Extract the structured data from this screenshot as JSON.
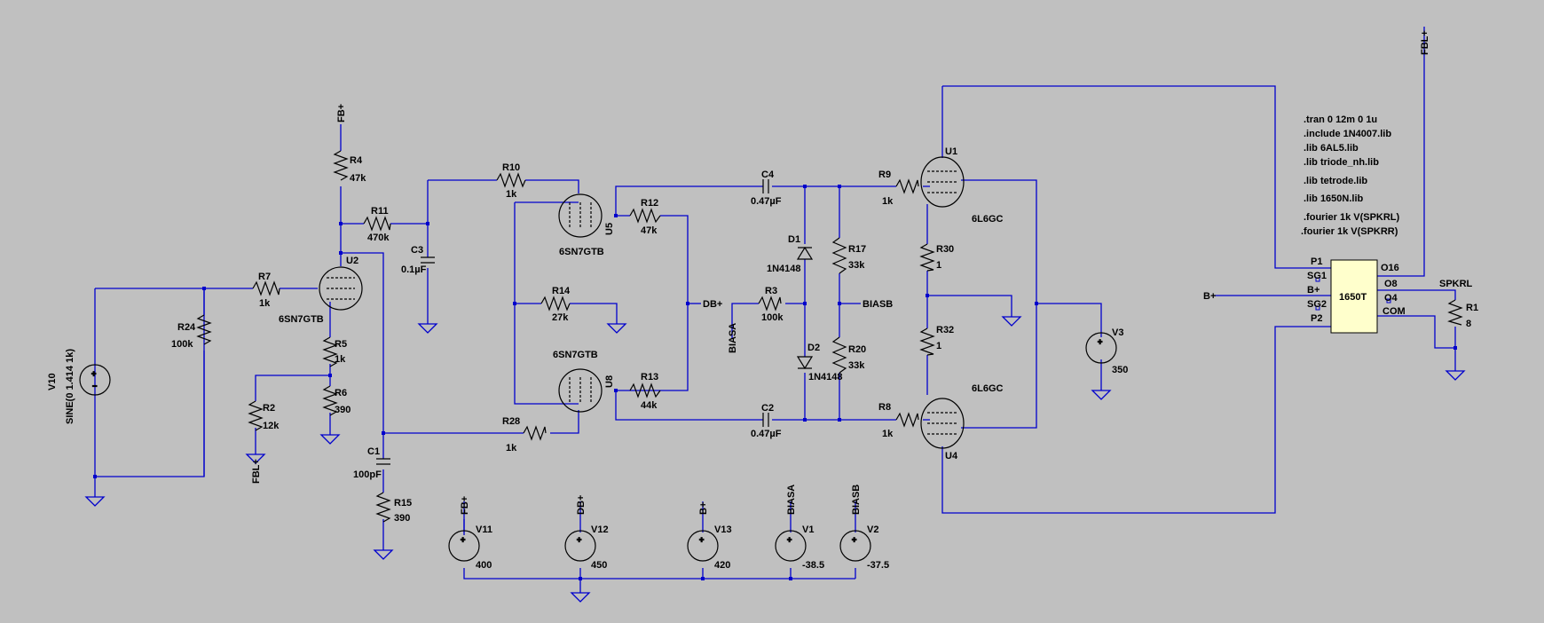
{
  "colors": {
    "background": "#c0c0c0",
    "wire": "#0000cc",
    "symbol": "#000000"
  },
  "spice_directives": [
    ".tran 0 12m 0 1u",
    ".include 1N4007.lib",
    ".lib 6AL5.lib",
    ".lib triode_nh.lib",
    ".lib tetrode.lib",
    ".lib 1650N.lib",
    ".fourier 1k V(SPKRL)",
    ".fourier 1k V(SPKRR)"
  ],
  "resistors": {
    "R4": {
      "name": "R4",
      "value": "47k"
    },
    "R11": {
      "name": "R11",
      "value": "470k"
    },
    "R7": {
      "name": "R7",
      "value": "1k"
    },
    "R24": {
      "name": "R24",
      "value": "100k"
    },
    "R5": {
      "name": "R5",
      "value": "1k"
    },
    "R6": {
      "name": "R6",
      "value": "390"
    },
    "R2": {
      "name": "R2",
      "value": "12k"
    },
    "R15": {
      "name": "R15",
      "value": "390"
    },
    "R10": {
      "name": "R10",
      "value": "1k"
    },
    "R12": {
      "name": "R12",
      "value": "47k"
    },
    "R14": {
      "name": "R14",
      "value": "27k"
    },
    "R13": {
      "name": "R13",
      "value": "44k"
    },
    "R28": {
      "name": "R28",
      "value": "1k"
    },
    "R3": {
      "name": "R3",
      "value": "100k"
    },
    "R17": {
      "name": "R17",
      "value": "33k"
    },
    "R20": {
      "name": "R20",
      "value": "33k"
    },
    "R9": {
      "name": "R9",
      "value": "1k"
    },
    "R8": {
      "name": "R8",
      "value": "1k"
    },
    "R30": {
      "name": "R30",
      "value": "1"
    },
    "R32": {
      "name": "R32",
      "value": "1"
    },
    "R1": {
      "name": "R1",
      "value": "8"
    }
  },
  "capacitors": {
    "C3": {
      "name": "C3",
      "value": "0.1µF"
    },
    "C1": {
      "name": "C1",
      "value": "100pF"
    },
    "C4": {
      "name": "C4",
      "value": "0.47µF"
    },
    "C2": {
      "name": "C2",
      "value": "0.47µF"
    }
  },
  "diodes": {
    "D1": {
      "name": "D1",
      "value": "1N4148"
    },
    "D2": {
      "name": "D2",
      "value": "1N4148"
    }
  },
  "tubes": {
    "U2": {
      "name": "U2",
      "model": "6SN7GTB"
    },
    "U5": {
      "name": "U5",
      "model": "6SN7GTB"
    },
    "U8": {
      "name": "U8",
      "model": "6SN7GTB"
    },
    "U1": {
      "name": "U1",
      "model": "6L6GC"
    },
    "U4": {
      "name": "U4",
      "model": "6L6GC"
    }
  },
  "sources": {
    "V10": {
      "name": "V10",
      "value": "SINE(0 1.414 1k)"
    },
    "V3": {
      "name": "V3",
      "value": "350"
    },
    "V11": {
      "name": "V11",
      "value": "400"
    },
    "V12": {
      "name": "V12",
      "value": "450"
    },
    "V13": {
      "name": "V13",
      "value": "420"
    },
    "V1": {
      "name": "V1",
      "value": "-38.5"
    },
    "V2": {
      "name": "V2",
      "value": "-37.5"
    }
  },
  "transformer": {
    "name": "1650T",
    "pins_left": [
      "P1",
      "SG1",
      "B+",
      "SG2",
      "P2"
    ],
    "pins_right": [
      "O16",
      "O8",
      "O4",
      "COM"
    ]
  },
  "net_labels": {
    "fb_plus": "FB+",
    "fbl_plus": "FBL+",
    "db_plus": "DB+",
    "b_plus": "B+",
    "biasa": "BIASA",
    "biasb": "BIASB",
    "spkrl": "SPKRL"
  }
}
